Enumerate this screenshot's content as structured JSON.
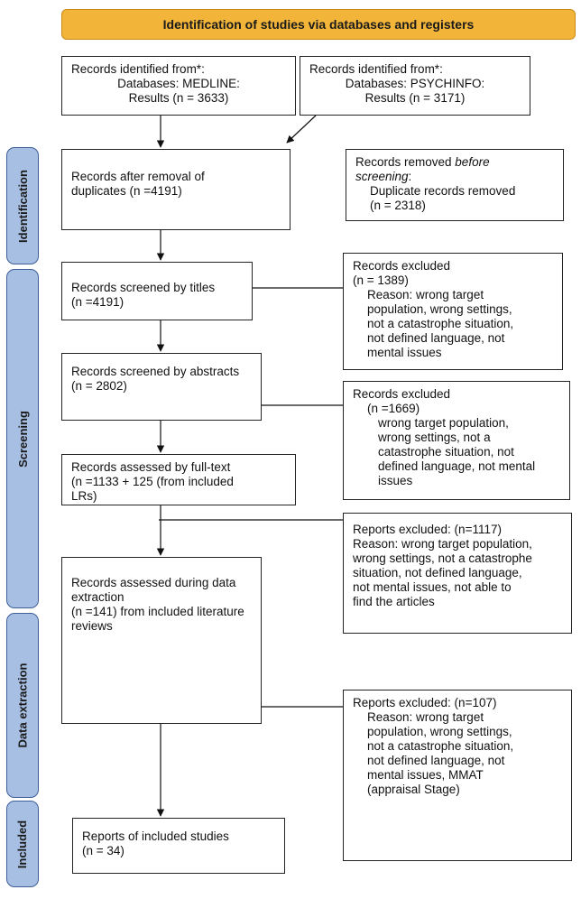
{
  "header": {
    "title": "Identification of studies via databases and registers"
  },
  "phases": {
    "identification": "Identification",
    "screening": "Screening",
    "data_extraction": "Data extraction",
    "included": "Included"
  },
  "boxes": {
    "medline": {
      "line1": "Records identified from*:",
      "line2": "Databases: MEDLINE:",
      "line3": "Results (n = 3633)"
    },
    "psychinfo": {
      "line1": "Records identified from*:",
      "line2": "Databases: PSYCHINFO:",
      "line3": "Results (n = 3171)"
    },
    "after_duplicates": {
      "line1": "Records after removal of",
      "line2": "duplicates (n =4191)"
    },
    "removed_before": {
      "line1a": "Records removed ",
      "line1b": "before",
      "line2": "screening",
      "line2b": ":",
      "line3": "Duplicate records removed",
      "line4": "(n = 2318)"
    },
    "screened_titles": {
      "line1": "Records screened by titles",
      "line2": "(n =4191)"
    },
    "excluded_titles": {
      "line1": "Records excluded",
      "line2": "(n = 1389)",
      "line3": "Reason:  wrong target",
      "line4": "population, wrong settings,",
      "line5": "not a catastrophe situation,",
      "line6": "not defined language, not",
      "line7": "mental issues"
    },
    "screened_abstracts": {
      "line1": "Records screened by abstracts",
      "line2": "(n = 2802)"
    },
    "excluded_abstracts": {
      "line1": "Records excluded",
      "line2": "(n =1669)",
      "line3": "wrong target population,",
      "line4": "wrong settings, not a",
      "line5": "catastrophe situation, not",
      "line6": "defined language, not mental",
      "line7": "issues"
    },
    "full_text": {
      "line1": "Records assessed by full-text",
      "line2": "(n =1133 + 125 (from included",
      "line3": "LRs)"
    },
    "excluded_reports": {
      "line1": "Reports excluded: (n=1117)",
      "line2": "Reason: wrong target population,",
      "line3": "wrong settings, not a catastrophe",
      "line4": "situation, not defined language,",
      "line5": "not mental issues, not able to",
      "line6": "find the articles"
    },
    "data_extraction": {
      "line1": "Records assessed during data",
      "line2": "extraction",
      "line3": "(n =141) from included literature",
      "line4": "reviews"
    },
    "excluded_extraction": {
      "line1": "Reports excluded: (n=107)",
      "line2": "Reason: wrong target",
      "line3": "population, wrong settings,",
      "line4": "not a catastrophe situation,",
      "line5": "not defined language, not",
      "line6": "mental issues, MMAT",
      "line7": "(appraisal Stage)"
    },
    "included": {
      "line1": "Reports of included studies",
      "line2": "(n = 34)"
    }
  }
}
